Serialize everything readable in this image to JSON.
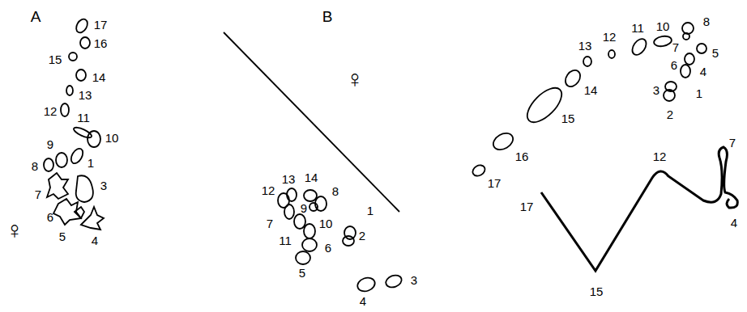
{
  "diagram": {
    "labels": [
      "A",
      "♀",
      "17",
      "16",
      "15",
      "14",
      "13",
      "12",
      "11",
      "10",
      "9",
      "8",
      "1",
      "7",
      "3",
      "6",
      "5",
      "4",
      "B",
      "♀",
      "12",
      "13",
      "14",
      "8",
      "9",
      "7",
      "10",
      "1",
      "11",
      "2",
      "6",
      "5",
      "4",
      "3",
      "8",
      "10",
      "11",
      "12",
      "13",
      "7",
      "5",
      "6",
      "4",
      "3",
      "1",
      "2",
      "14",
      "15",
      "16",
      "17",
      "17",
      "15",
      "12",
      "7",
      "4"
    ]
  }
}
